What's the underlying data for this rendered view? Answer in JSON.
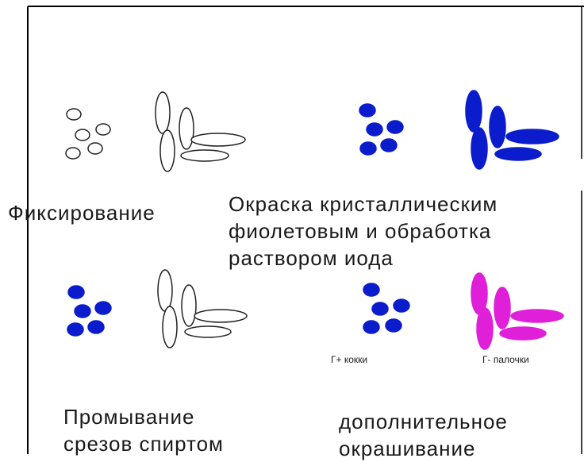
{
  "panels": {
    "fixation": {
      "caption": "Фиксирование",
      "cocci_fill": "none",
      "rods_fill": "none"
    },
    "crystal_violet": {
      "caption": "Окраска кристаллическим\nфиолетовым и обработка\nраствором иода",
      "cocci_fill": "#0a1ccc",
      "rods_fill": "#0a1ccc"
    },
    "alcohol_wash": {
      "caption": "Промывание\nсрезов спиртом",
      "cocci_fill": "#0a1ccc",
      "rods_fill": "none"
    },
    "counterstain": {
      "caption": "дополнительное\nокрашивание",
      "cocci_fill": "#0a1ccc",
      "rods_fill": "#e020d8",
      "cocci_label": "Г+ кокки",
      "rods_label": "Г- палочки"
    }
  },
  "colors": {
    "outline": "#222222",
    "border": "#000000",
    "background": "#ffffff"
  }
}
